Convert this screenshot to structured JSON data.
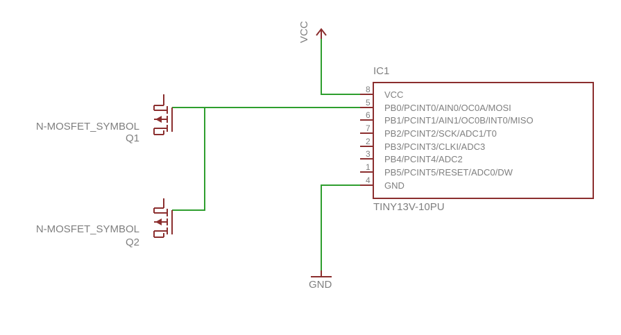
{
  "ic": {
    "name": "IC1",
    "value": "TINY13V-10PU",
    "pins": [
      {
        "num": "8",
        "name": "VCC"
      },
      {
        "num": "5",
        "name": "PB0/PCINT0/AIN0/OC0A/MOSI"
      },
      {
        "num": "6",
        "name": "PB1/PCINT1/AIN1/OC0B/INT0/MISO"
      },
      {
        "num": "7",
        "name": "PB2/PCINT2/SCK/ADC1/T0"
      },
      {
        "num": "2",
        "name": "PB3/PCINT3/CLKI/ADC3"
      },
      {
        "num": "3",
        "name": "PB4/PCINT4/ADC2"
      },
      {
        "num": "1",
        "name": "PB5/PCINT5/RESET/ADC0/DW"
      },
      {
        "num": "4",
        "name": "GND"
      }
    ]
  },
  "q1": {
    "symbol": "N-MOSFET_SYMBOL",
    "name": "Q1"
  },
  "q2": {
    "symbol": "N-MOSFET_SYMBOL",
    "name": "Q2"
  },
  "supply": {
    "vcc": "VCC",
    "gnd": "GND"
  },
  "colors": {
    "part": "#8b2e2e",
    "wire": "#2e9e2e",
    "text": "#7f7f7f"
  }
}
